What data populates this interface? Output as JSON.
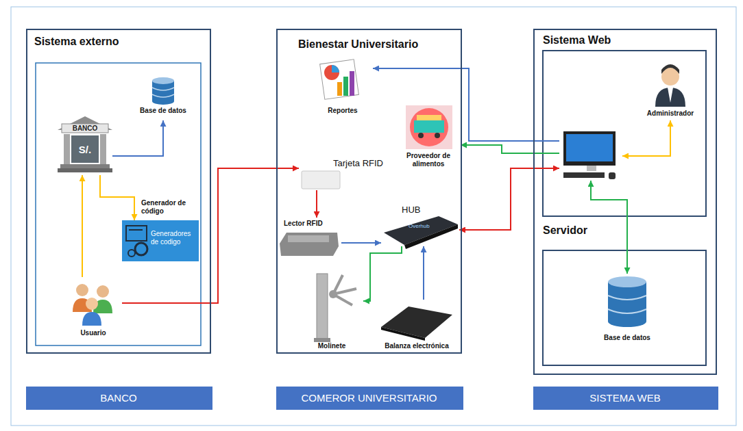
{
  "diagram": {
    "nodes": [
      {
        "text": [
          "Sistema externo"
        ]
      },
      {
        "text": [
          "BANCO",
          "S/."
        ],
        "in": 0
      },
      {
        "text": [
          "Base de datos"
        ],
        "in": 0
      },
      {
        "text": [
          "Generadores de codigo"
        ],
        "in": 0
      },
      {
        "text": [
          "Usuario"
        ],
        "in": 0
      },
      {
        "text": [
          "Bienestar Universitario"
        ]
      },
      {
        "text": [
          "Reportes"
        ],
        "in": 5
      },
      {
        "text": [
          "Proveedor de alimentos"
        ],
        "in": 5
      },
      {
        "text": [
          "Tarjeta RFID"
        ],
        "in": 5
      },
      {
        "text": [
          "Lector RFID"
        ],
        "in": 5
      },
      {
        "text": [
          "HUB",
          "Overhub"
        ],
        "in": 5
      },
      {
        "text": [
          "Molinete"
        ],
        "in": 5
      },
      {
        "text": [
          "Balanza electrónica"
        ],
        "in": 5
      },
      {
        "text": [
          "Sistema Web"
        ]
      },
      {
        "text": [
          "Administrador"
        ],
        "in": 13
      },
      {
        "text": [
          "Servidor"
        ],
        "in": 13
      },
      {
        "text": [
          "Base de datos"
        ],
        "in": 15
      },
      {
        "text": [
          "BANCO"
        ]
      },
      {
        "text": [
          "COMEROR UNIVERSITARIO"
        ]
      },
      {
        "text": [
          "SISTEMA WEB"
        ]
      }
    ],
    "edges": [
      {
        "from": 4,
        "to": 1,
        "arrow": "to"
      },
      {
        "from": 1,
        "to": 2,
        "arrow": "to"
      },
      {
        "from": 1,
        "to": 3,
        "label": "Generador de código",
        "arrow": "to"
      },
      {
        "from": 4,
        "to": 8,
        "arrow": "to"
      },
      {
        "from": 8,
        "to": 9,
        "arrow": "to"
      },
      {
        "from": 9,
        "to": 10,
        "arrow": "to"
      },
      {
        "from": 10,
        "to": 11,
        "arrow": "to"
      },
      {
        "from": 12,
        "to": 10,
        "arrow": "to"
      },
      {
        "from": 10,
        "to": 13,
        "arrow": "both"
      },
      {
        "from": 13,
        "to": 6,
        "arrow": "to"
      },
      {
        "from": 13,
        "to": 7,
        "arrow": "to"
      },
      {
        "from": 13,
        "to": 16,
        "arrow": "both"
      },
      {
        "from": 13,
        "to": 14,
        "arrow": "both"
      }
    ]
  }
}
